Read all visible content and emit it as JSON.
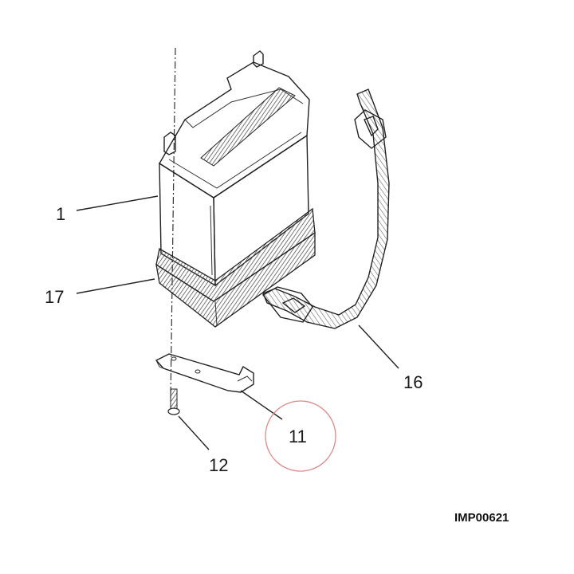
{
  "callouts": [
    {
      "id": "1",
      "text": "1"
    },
    {
      "id": "17",
      "text": "17"
    },
    {
      "id": "16",
      "text": "16"
    },
    {
      "id": "11",
      "text": "11",
      "highlighted": true
    },
    {
      "id": "12",
      "text": "12"
    }
  ],
  "reference_code": "IMP00621",
  "colors": {
    "line": "#222222",
    "highlight_circle": "#d98a8a",
    "hatch": "#555555",
    "paper": "#ffffff"
  }
}
